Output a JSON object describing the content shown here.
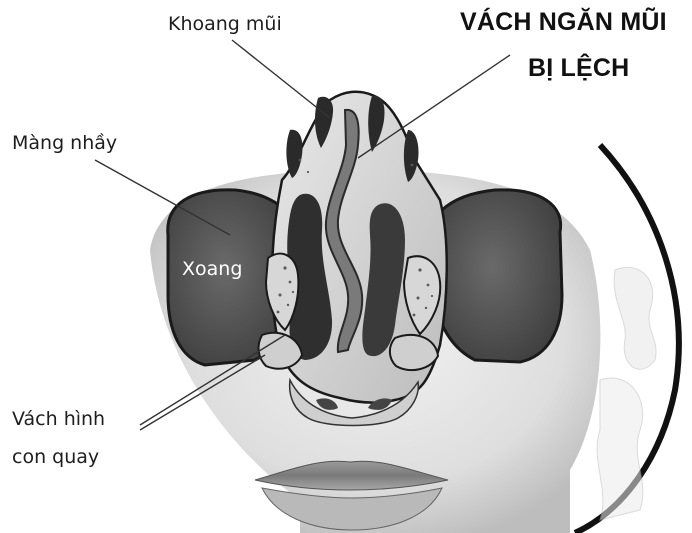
{
  "title": {
    "line1": "VÁCH NGĂN MŨI",
    "line2": "BỊ LỆCH"
  },
  "labels": {
    "nasal_cavity": "Khoang mũi",
    "mucous_membrane": "Màng nhầy",
    "sinus": "Xoang",
    "turbinate_line1": "Vách hình",
    "turbinate_line2": "con quay"
  },
  "colors": {
    "sinus_fill": "#555555",
    "septum_fill": "#6f6f6f",
    "bone": "#dcdcdc",
    "outline": "#111111",
    "text": "#1e1e1e"
  }
}
